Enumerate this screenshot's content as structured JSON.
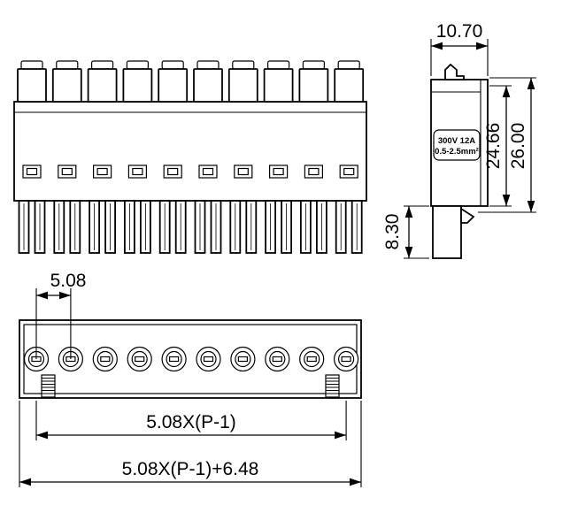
{
  "drawing": {
    "title": "terminal-block-dimension-drawing",
    "pole_count": 10,
    "side_view": {
      "dim_top_width": "10.70",
      "dim_body_height": "24.66",
      "dim_total_height": "26.00",
      "dim_plug_height": "8.30",
      "rating_label_line1": "300V 12A",
      "rating_label_line2": "0.5-2.5mm²"
    },
    "bottom_view": {
      "dim_pitch": "5.08",
      "dim_span": "5.08X(P-1)",
      "dim_total": "5.08X(P-1)+6.48"
    }
  }
}
